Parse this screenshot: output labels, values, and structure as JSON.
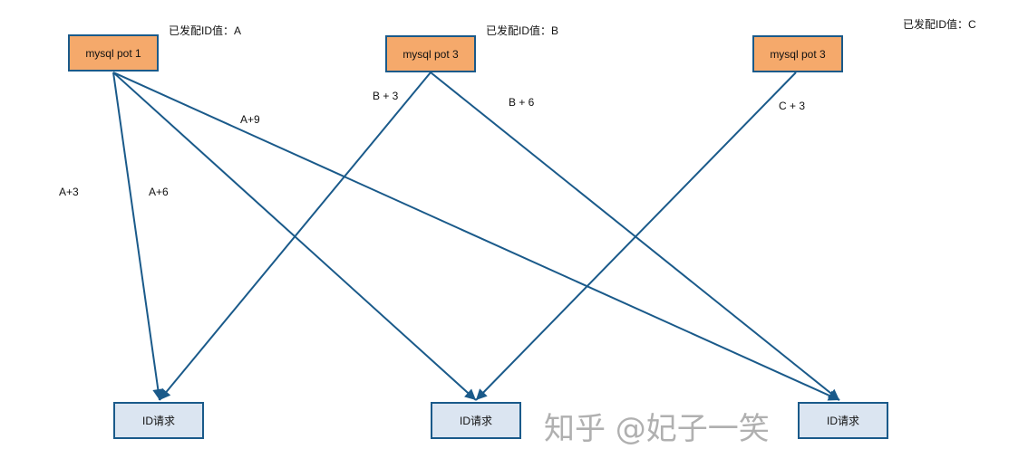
{
  "sources": [
    {
      "label": "mysql pot 1",
      "issued": "已发配ID值：A"
    },
    {
      "label": "mysql pot 3",
      "issued": "已发配ID值：B"
    },
    {
      "label": "mysql pot 3",
      "issued": "已发配ID值：C"
    }
  ],
  "targets": [
    {
      "label": "ID请求"
    },
    {
      "label": "ID请求"
    },
    {
      "label": "ID请求"
    }
  ],
  "edges": [
    {
      "from": 0,
      "to": 0,
      "label": "A+3"
    },
    {
      "from": 0,
      "to": 1,
      "label": "A+6"
    },
    {
      "from": 0,
      "to": 2,
      "label": "A+9"
    },
    {
      "from": 1,
      "to": 0,
      "label": "B + 3"
    },
    {
      "from": 1,
      "to": 2,
      "label": "B + 6"
    },
    {
      "from": 2,
      "to": 1,
      "label": "C + 3"
    }
  ],
  "colors": {
    "line": "#1a5a8a",
    "source_fill": "#f5a96b",
    "target_fill": "#dbe5f1"
  },
  "watermark": "知乎 @妃子一笑"
}
